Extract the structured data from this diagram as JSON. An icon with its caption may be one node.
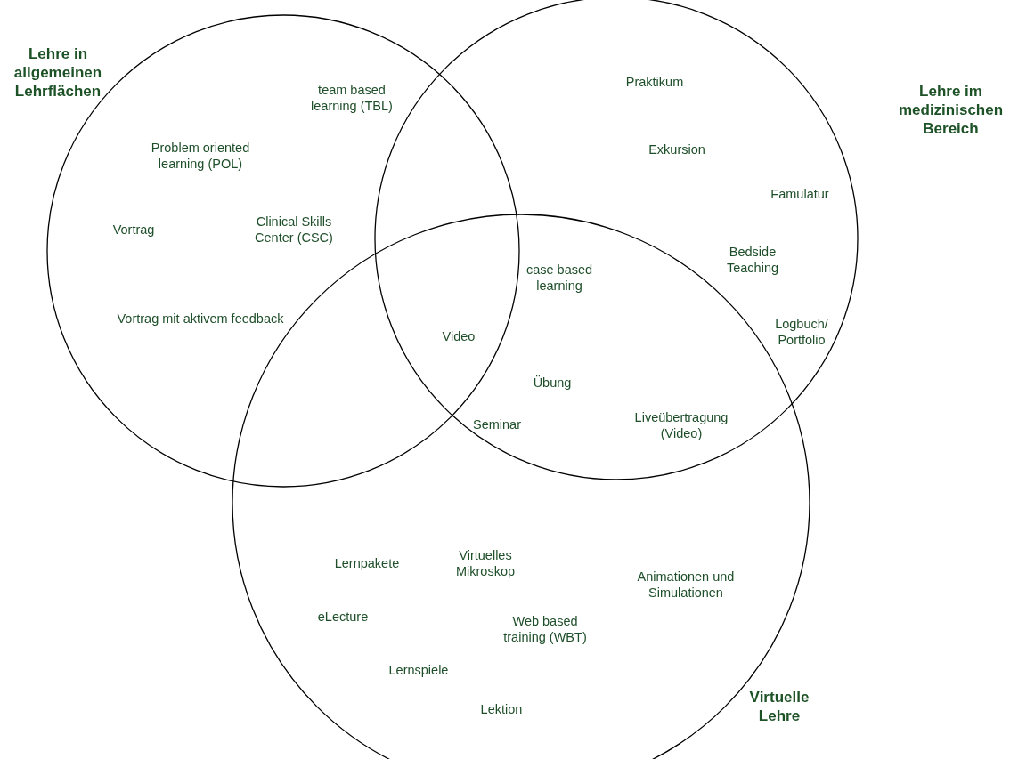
{
  "diagram": {
    "nodes": [
      {
        "text": [
          "Lehre in allgemeinen Lehrflächen"
        ]
      },
      {
        "text": [
          "Lehre im medizinischen Bereich"
        ]
      },
      {
        "text": [
          "Virtuelle Lehre"
        ]
      }
    ],
    "labels": [
      "Praktikum",
      "team based learning (TBL)",
      "Exkursion",
      "Problem oriented learning (POL)",
      "Famulatur",
      "Vortrag",
      "Clinical Skills Center (CSC)",
      "Bedside Teaching",
      "case based learning",
      "Vortrag mit aktivem feedback",
      "Logbuch/ Portfolio",
      "Video",
      "Übung",
      "Seminar",
      "Liveübertragung (Video)",
      "Lernpakete",
      "Virtuelles Mikroskop",
      "Animationen und Simulationen",
      "eLecture",
      "Web based training (WBT)",
      "Lernspiele",
      "Lektion"
    ]
  }
}
